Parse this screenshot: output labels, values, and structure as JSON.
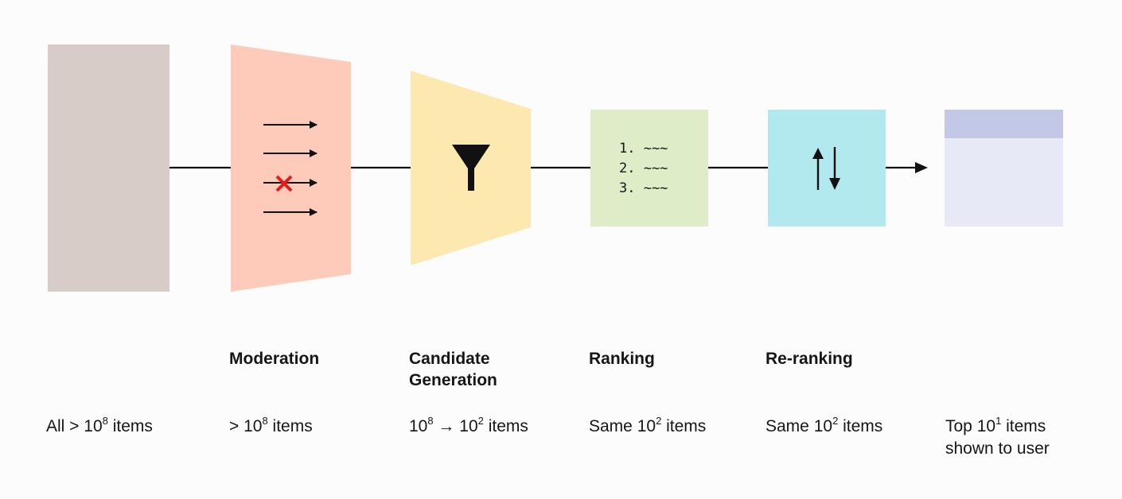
{
  "stages": [
    {
      "id": "all",
      "title": "",
      "count": {
        "pre": "All > 10",
        "sup": "8",
        "post": " items"
      }
    },
    {
      "id": "moderation",
      "title": "Moderation",
      "count": {
        "pre": "> 10",
        "sup": "8",
        "post": " items"
      }
    },
    {
      "id": "candidate",
      "title_line1": "Candidate",
      "title_line2": "Generation",
      "count": {
        "pre": "10",
        "sup": "8",
        "mid": " → 10",
        "sup2": "2",
        "post": " items"
      }
    },
    {
      "id": "ranking",
      "title": "Ranking",
      "count": {
        "pre": "Same 10",
        "sup": "2",
        "post": " items"
      }
    },
    {
      "id": "reranking",
      "title": "Re-ranking",
      "count": {
        "pre": "Same 10",
        "sup": "2",
        "post": " items"
      }
    },
    {
      "id": "output",
      "title": "",
      "count": {
        "pre": "Top 10",
        "sup": "1",
        "post": " items",
        "line2": "shown to user"
      }
    }
  ],
  "ranking_list": [
    "1. ~~~",
    "2. ~~~",
    "3. ~~~"
  ],
  "icons": {
    "moderation": "arrows-with-rejected-cross-icon",
    "candidate": "funnel-icon",
    "reranking": "up-down-arrows-icon"
  },
  "colors": {
    "all": "#d8ccc9",
    "moderation": "#fecbba",
    "candidate": "#fde9b0",
    "ranking": "#deecc8",
    "reranking": "#b2e9ee",
    "output_header": "#c3c8e6",
    "output_body": "#e7e9f6",
    "reject_cross": "#e31b1b",
    "line": "#111111"
  }
}
